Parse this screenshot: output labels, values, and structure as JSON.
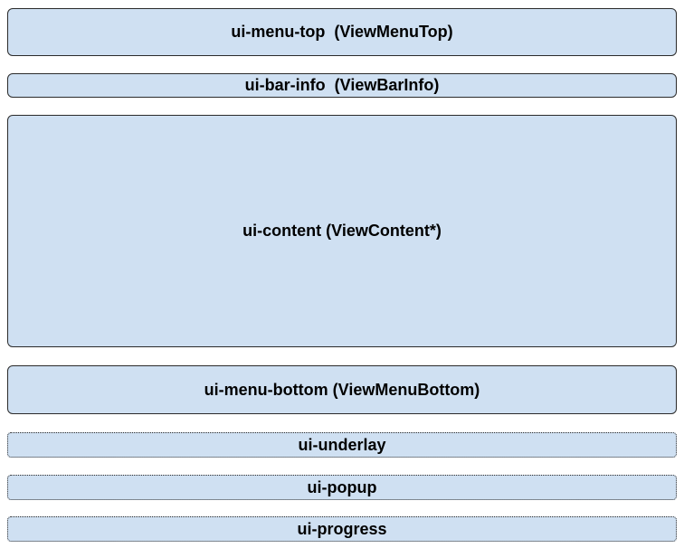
{
  "diagram": {
    "regions": [
      {
        "label": "ui-menu-top  (ViewMenuTop)",
        "border": "solid"
      },
      {
        "label": "ui-bar-info  (ViewBarInfo)",
        "border": "solid"
      },
      {
        "label": "ui-content (ViewContent*)",
        "border": "solid"
      },
      {
        "label": "ui-menu-bottom (ViewMenuBottom)",
        "border": "solid"
      },
      {
        "label": "ui-underlay",
        "border": "dotted"
      },
      {
        "label": "ui-popup",
        "border": "dotted"
      },
      {
        "label": "ui-progress",
        "border": "dotted"
      }
    ]
  },
  "colors": {
    "box_fill": "#cfe0f2",
    "border": "#2b2b2b",
    "text": "#000000"
  }
}
